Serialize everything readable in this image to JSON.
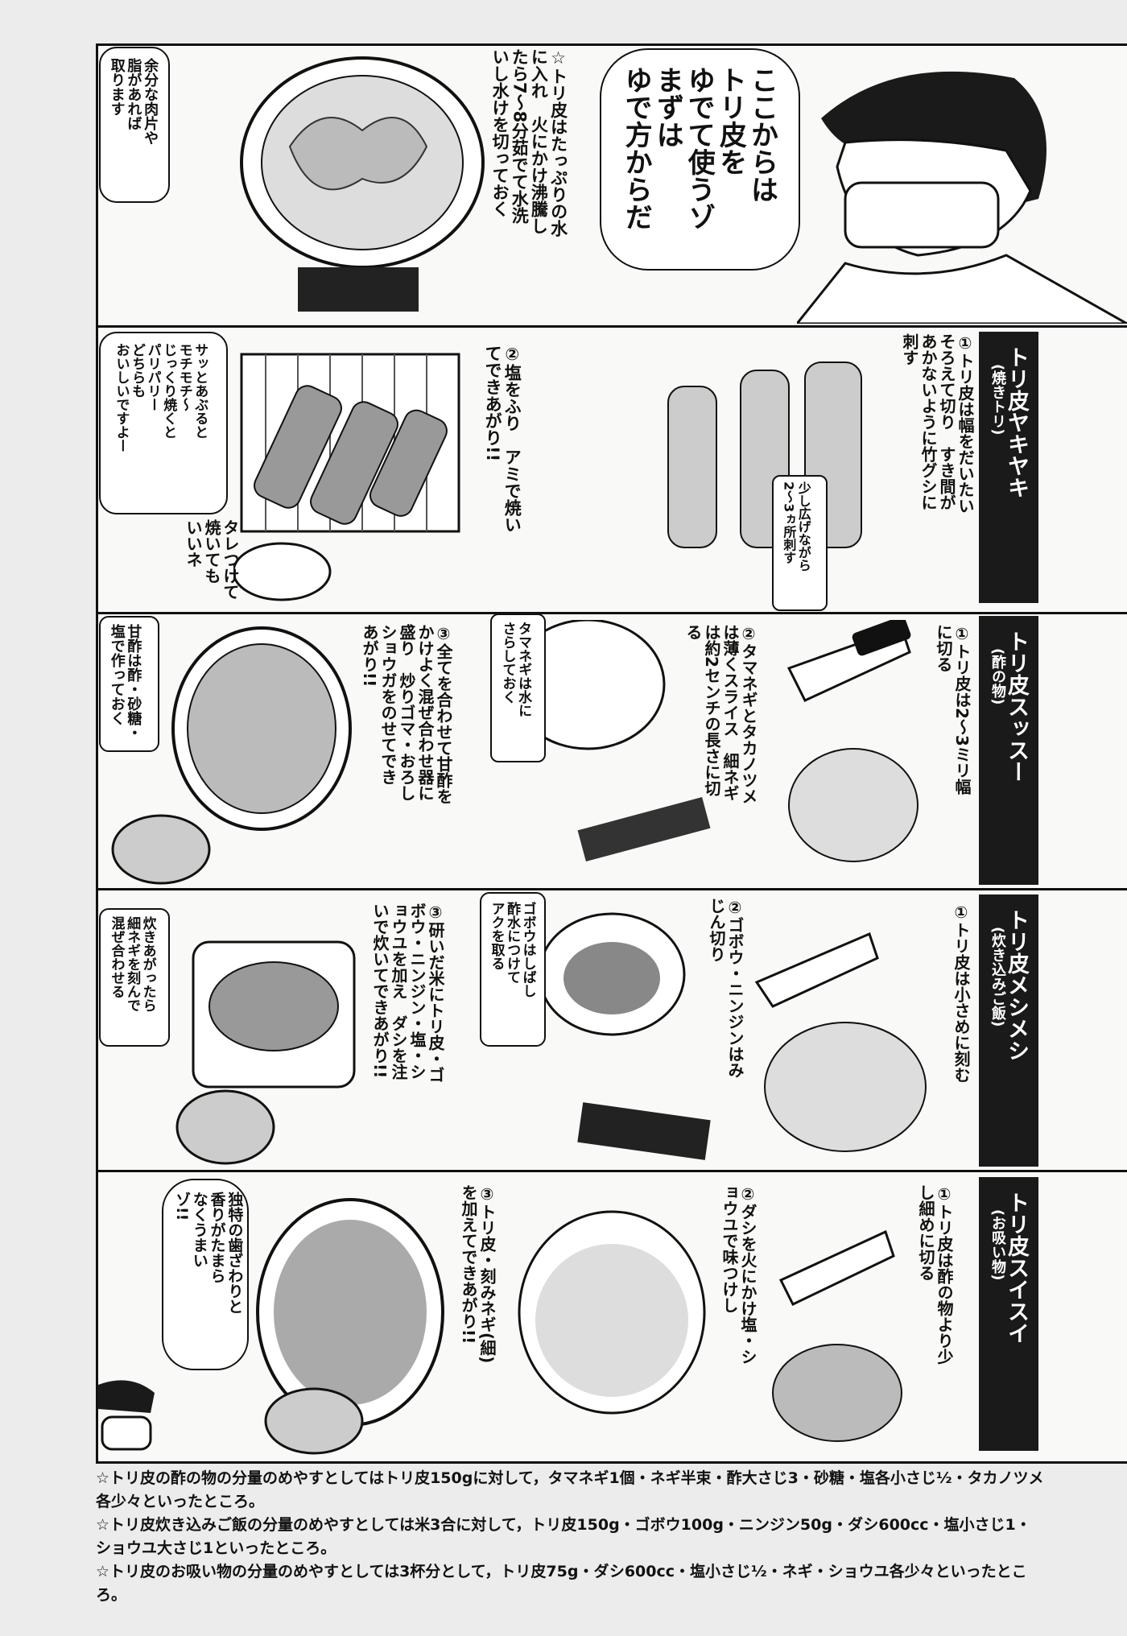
{
  "intro": {
    "speech": [
      "ここからは",
      "トリ皮を",
      "ゆでて使うゾ",
      "まずは",
      "ゆで方からだ"
    ],
    "instruction": [
      "☆トリ皮はたっぷりの水",
      "に入れ　火にかけ沸騰し",
      "たら7〜8分茹でて水洗",
      "いし水けを切っておく"
    ],
    "aside": [
      "余分な肉片や",
      "脂があれば",
      "取ります"
    ]
  },
  "sections": [
    {
      "title": "トリ皮ヤキヤキ",
      "subtitle": "(焼きトリ)",
      "step1": [
        "①トリ皮は幅をだいたい",
        "そろえて切り　すき間が",
        "あかないように竹グシに",
        "刺す"
      ],
      "tip": [
        "少し広げながら",
        "2〜3ヵ所刺す"
      ],
      "step2": [
        "②塩をふり　アミで焼い",
        "てできあがり!!"
      ],
      "aside": [
        "サッとあぶると",
        "モチモチ〜",
        "じっくり焼くと",
        "パリパリー",
        "どちらも",
        "おいしいですよー"
      ],
      "aside2": [
        "タレつけて",
        "焼いても",
        "いいネ"
      ]
    },
    {
      "title": "トリ皮スッスー",
      "subtitle": "(酢の物)",
      "step1": [
        "①トリ皮は2〜3ミリ幅",
        "に切る"
      ],
      "step2": [
        "②タマネギとタカノツメ",
        "は薄くスライス　細ネギ",
        "は約2センチの長さに切",
        "る"
      ],
      "tip": [
        "タマネギは水に",
        "さらしておく"
      ],
      "step3": [
        "③全てを合わせて甘酢を",
        "かけよく混ぜ合わせ器に",
        "盛り　炒りゴマ・おろし",
        "ショウガをのせてでき",
        "あがり!!"
      ],
      "aside": [
        "甘酢は酢・砂糖・",
        "塩で作っておく"
      ]
    },
    {
      "title": "トリ皮メシメシ",
      "subtitle": "(炊き込みご飯)",
      "step1": [
        "①トリ皮は小さめに刻む"
      ],
      "step2": [
        "②ゴボウ・ニンジンはみ",
        "じん切り"
      ],
      "tip": [
        "ゴボウはしばし",
        "酢水につけて",
        "アクを取る"
      ],
      "step3": [
        "③研いだ米にトリ皮・ゴ",
        "ボウ・ニンジン・塩・シ",
        "ョウユを加え　ダシを注",
        "いで炊いてできあがり!!"
      ],
      "aside": [
        "炊きあがったら",
        "細ネギを刻んで",
        "混ぜ合わせる"
      ]
    },
    {
      "title": "トリ皮スイスイ",
      "subtitle": "(お吸い物)",
      "step1": [
        "①トリ皮は酢の物より少",
        "し細めに切る"
      ],
      "step2": [
        "②ダシを火にかけ塩・シ",
        "ョウユで味つけし"
      ],
      "step3": [
        "③トリ皮・刻みネギ(細)",
        "を加えてできあがり!!"
      ],
      "aside": [
        "独特の歯ざわりと",
        "香りがたまら",
        "なくうまい",
        "ゾ!!"
      ]
    }
  ],
  "notes": [
    "☆トリ皮の酢の物の分量のめやすとしてはトリ皮150gに対して，タマネギ1個・ネギ半束・酢大さじ3・砂糖・塩各小さじ½・タカノツメ各少々といったところ。",
    "☆トリ皮炊き込みご飯の分量のめやすとしては米3合に対して，トリ皮150g・ゴボウ100g・ニンジン50g・ダシ600cc・塩小さじ1・ショウユ大さじ1といったところ。",
    "☆トリ皮のお吸い物の分量のめやすとしては3杯分として，トリ皮75g・ダシ600cc・塩小さじ½・ネギ・ショウユ各少々といったところ。"
  ]
}
